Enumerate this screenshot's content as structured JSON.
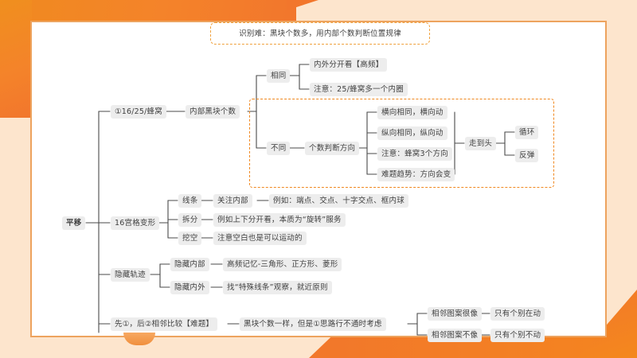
{
  "frame": {
    "accent_orange": "#f2762c",
    "accent_light": "#fde5cd",
    "card_border": "#eda35e",
    "node_bg": "#ededed",
    "node_text": "#3f3f3f",
    "dashed_orange": "#f0881f"
  },
  "callout": {
    "text": "识别难：黑块个数多，用内部个数判断位置规律"
  },
  "mindmap": {
    "root": "平移",
    "branches": [
      {
        "label": "①16/25/蜂窝",
        "children": [
          {
            "label": "内部黑块个数",
            "children": [
              {
                "label": "相同",
                "children": [
                  {
                    "label": "内外分开看【高频】"
                  },
                  {
                    "label": "注意：25/蜂窝多一个内圈"
                  }
                ]
              },
              {
                "label": "不同",
                "children": [
                  {
                    "label": "个数判断方向",
                    "children": [
                      {
                        "label": "横向相同，横向动"
                      },
                      {
                        "label": "纵向相同，纵向动"
                      },
                      {
                        "label": "注意：蜂窝3个方向"
                      },
                      {
                        "label": "难题趋势：方向会变"
                      }
                    ]
                  }
                ]
              }
            ]
          }
        ]
      },
      {
        "label": "16宫格变形",
        "children": [
          {
            "label": "线条",
            "children": [
              {
                "label": "关注内部",
                "children": [
                  {
                    "label": "例如：端点、交点、十字交点、框内球"
                  }
                ]
              }
            ]
          },
          {
            "label": "拆分",
            "children": [
              {
                "label": "例如上下分开看，本质为“旋转”服务"
              }
            ]
          },
          {
            "label": "挖空",
            "children": [
              {
                "label": "注意空白也是可以运动的"
              }
            ]
          }
        ]
      },
      {
        "label": "隐藏轨迹",
        "children": [
          {
            "label": "隐藏内部",
            "children": [
              {
                "label": "高频记忆-三角形、正方形、菱形"
              }
            ]
          },
          {
            "label": "隐藏内外",
            "children": [
              {
                "label": "找“特殊线条”观察，就近原则"
              }
            ]
          }
        ]
      },
      {
        "label": "先①，后②相邻比较【难题】",
        "children": [
          {
            "label": "黑块个数一样，但是①思路行不通时考虑",
            "children": [
              {
                "label": "相邻图案很像",
                "children": [
                  {
                    "label": "只有个别在动"
                  }
                ]
              },
              {
                "label": "相邻图案不像",
                "children": [
                  {
                    "label": "只有个别不动"
                  }
                ]
              }
            ]
          }
        ]
      }
    ]
  },
  "dashed_group": {
    "walk_to_end": "走到头",
    "walk_children": [
      "循环",
      "反弹"
    ]
  },
  "nodes_flat": {
    "n_root": "平移",
    "n_b1": "①16/25/蜂窝",
    "n_b1_1": "内部黑块个数",
    "n_same": "相同",
    "n_same_1": "内外分开看【高频】",
    "n_same_2": "注意：25/蜂窝多一个内圈",
    "n_diff": "不同",
    "n_diff_1": "个数判断方向",
    "n_d1": "横向相同，横向动",
    "n_d2": "纵向相同，纵向动",
    "n_d3": "注意：蜂窝3个方向",
    "n_d4": "难题趋势：方向会变",
    "n_walk": "走到头",
    "n_walk_1": "循环",
    "n_walk_2": "反弹",
    "n_b2": "16宫格变形",
    "n_b2_1": "线条",
    "n_b2_1a": "关注内部",
    "n_b2_1b": "例如：端点、交点、十字交点、框内球",
    "n_b2_2": "拆分",
    "n_b2_2a": "例如上下分开看，本质为“旋转”服务",
    "n_b2_3": "挖空",
    "n_b2_3a": "注意空白也是可以运动的",
    "n_b3": "隐藏轨迹",
    "n_b3_1": "隐藏内部",
    "n_b3_1a": "高频记忆-三角形、正方形、菱形",
    "n_b3_2": "隐藏内外",
    "n_b3_2a": "找“特殊线条”观察，就近原则",
    "n_b4": "先①，后②相邻比较【难题】",
    "n_b4_1": "黑块个数一样，但是①思路行不通时考虑",
    "n_b4_1a": "相邻图案很像",
    "n_b4_1a1": "只有个别在动",
    "n_b4_1b": "相邻图案不像",
    "n_b4_1b1": "只有个别不动"
  }
}
